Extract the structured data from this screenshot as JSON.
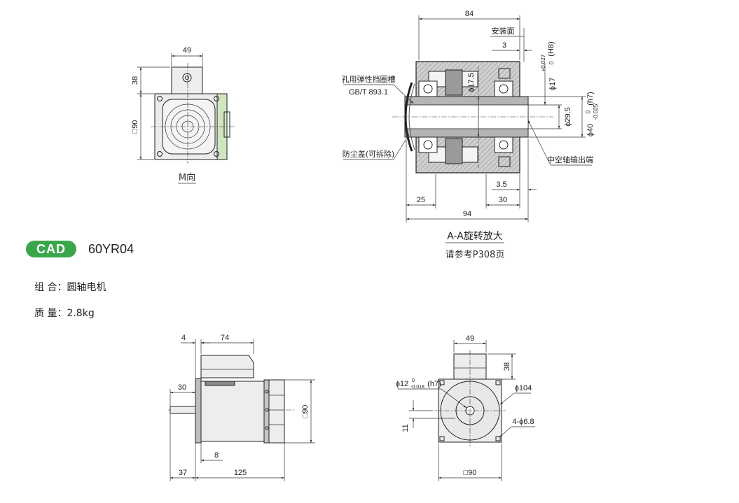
{
  "cad_badge": "CAD",
  "model": "60YR04",
  "specs": {
    "combination_label": "组 合：",
    "combination_value": "圆轴电机",
    "mass_label": "质 量：",
    "mass_value": "2.8kg"
  },
  "view_m": {
    "caption": "M向",
    "dim_width": "49",
    "dim_height": "38",
    "dim_square": "□90"
  },
  "section_aa": {
    "caption": "A-A旋转放大",
    "reference": "请参考P308页",
    "dim_84": "84",
    "mounting_face": "安装面",
    "dim_3": "3",
    "dim_phi17": "ϕ17",
    "dim_phi17_tol_upper": "+0.027",
    "dim_phi17_tol_lower": "0",
    "dim_phi17_fit": "(H8)",
    "dim_phi175": "ϕ17.5",
    "dim_phi295": "ϕ29.5",
    "dim_phi40": "ϕ40",
    "dim_phi40_tol_upper": "0",
    "dim_phi40_tol_lower": "-0.025",
    "dim_phi40_fit": "(h7)",
    "retaining_ring": "孔用弹性挡圈槽",
    "standard": "GB/T 893.1",
    "dust_cover": "防尘盖(可拆除)",
    "hollow_shaft_output": "中空轴输出端",
    "dim_35": "3.5",
    "dim_30": "30",
    "dim_25": "25",
    "dim_94": "94"
  },
  "side_view": {
    "dim_4": "4",
    "dim_74": "74",
    "dim_30": "30",
    "dim_square90": "□90",
    "dim_8": "8",
    "dim_37": "37",
    "dim_125": "125"
  },
  "front_view": {
    "dim_49": "49",
    "dim_38": "38",
    "dim_phi12": "ϕ12",
    "dim_phi12_tol_upper": "0",
    "dim_phi12_tol_lower": "-0.018",
    "dim_phi12_fit": "(h7)",
    "dim_phi104": "ϕ104",
    "dim_11": "11",
    "dim_holes": "4-ϕ6.8",
    "dim_square90": "□90"
  }
}
